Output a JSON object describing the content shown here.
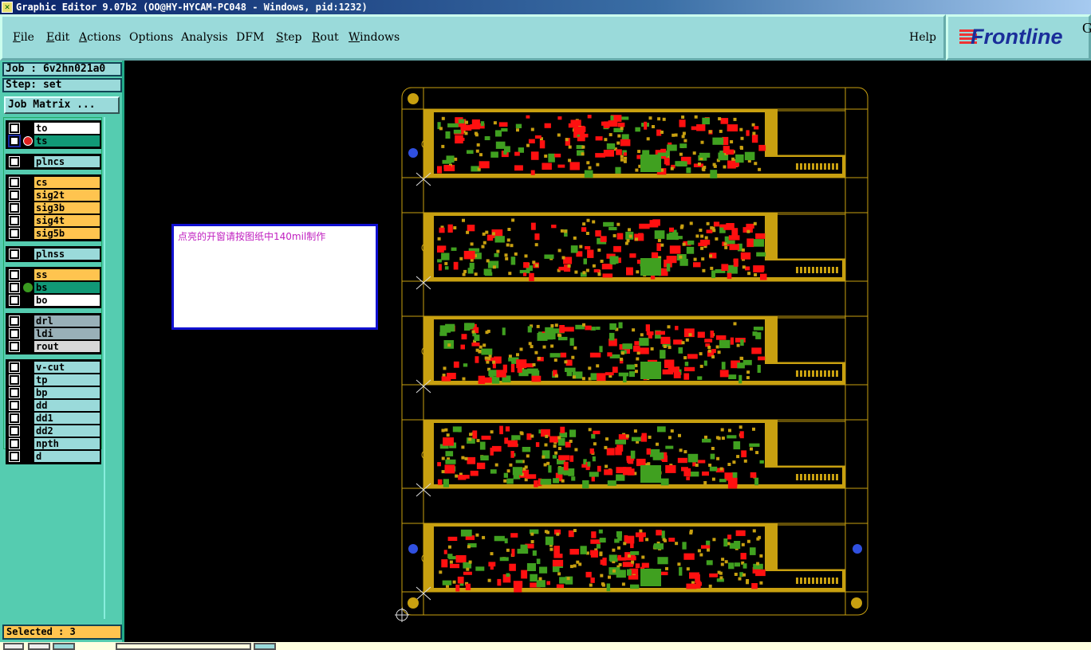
{
  "window": {
    "title": "Graphic Editor 9.07b2 (OO@HY-HYCAM-PC048 - Windows, pid:1232)"
  },
  "menu": {
    "items": [
      "File",
      "Edit",
      "Actions",
      "Options",
      "Analysis",
      "DFM",
      "Step",
      "Rout",
      "Windows"
    ],
    "help": "Help"
  },
  "logo": {
    "text": "Frontline",
    "suffix": "G"
  },
  "job": {
    "label": "Job : 6v2hn021a0",
    "step": "Step: set",
    "matrix_button": "Job Matrix ..."
  },
  "layers": [
    [
      {
        "name": "to",
        "color": "#ffffff"
      },
      {
        "name": "ts",
        "color": "#119977",
        "work": true
      }
    ],
    [
      {
        "name": "plncs",
        "color": "#9adada"
      }
    ],
    [
      {
        "name": "cs",
        "color": "#ffc44f"
      },
      {
        "name": "sig2t",
        "color": "#ffc44f"
      },
      {
        "name": "sig3b",
        "color": "#ffc44f"
      },
      {
        "name": "sig4t",
        "color": "#ffc44f"
      },
      {
        "name": "sig5b",
        "color": "#ffc44f"
      }
    ],
    [
      {
        "name": "plnss",
        "color": "#9adada"
      }
    ],
    [
      {
        "name": "ss",
        "color": "#ffc44f"
      },
      {
        "name": "bs",
        "color": "#119977",
        "displayed": true
      },
      {
        "name": "bo",
        "color": "#ffffff"
      }
    ],
    [
      {
        "name": "drl",
        "color": "#99b0b8"
      },
      {
        "name": "ldi",
        "color": "#99b0b8"
      },
      {
        "name": "rout",
        "color": "#d8d8d8"
      }
    ],
    [
      {
        "name": "v-cut",
        "color": "#9adada"
      },
      {
        "name": "tp",
        "color": "#9adada"
      },
      {
        "name": "bp",
        "color": "#9adada"
      },
      {
        "name": "dd",
        "color": "#9adada"
      },
      {
        "name": "dd1",
        "color": "#9adada"
      },
      {
        "name": "dd2",
        "color": "#9adada"
      },
      {
        "name": "npth",
        "color": "#9adada"
      },
      {
        "name": "d",
        "color": "#9adada"
      }
    ]
  ],
  "status": {
    "selected": "Selected : 3"
  },
  "note": {
    "text": "点亮的开窗请按图纸中140mil制作"
  },
  "board": {
    "count": 5,
    "colors": {
      "copper": "#c8a010",
      "pad_red": "#ff1010",
      "pad_green": "#40a020",
      "fiducial": "#3050e0"
    }
  }
}
